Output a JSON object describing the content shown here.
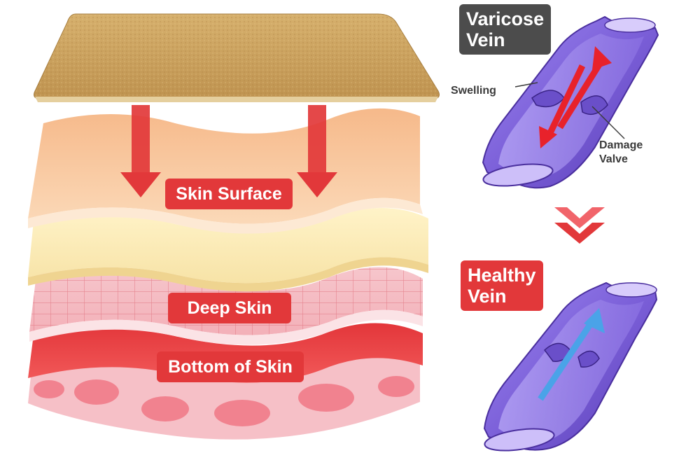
{
  "layers": {
    "skin_surface": "Skin Surface",
    "deep_skin": "Deep Skin",
    "bottom_of_skin": "Bottom of Skin"
  },
  "varicose": {
    "title_line1": "Varicose",
    "title_line2": "Vein",
    "swelling": "Swelling",
    "damage_line1": "Damage",
    "damage_line2": "Valve"
  },
  "healthy": {
    "title_line1": "Healthy",
    "title_line2": "Vein"
  },
  "colors": {
    "label_red": "#e2383a",
    "label_gray": "#4c4c4c",
    "patch_tan": "#c9a05c",
    "vein_purple": "#7b5fd8",
    "flow_arrow_blue": "#4aa3e8"
  }
}
